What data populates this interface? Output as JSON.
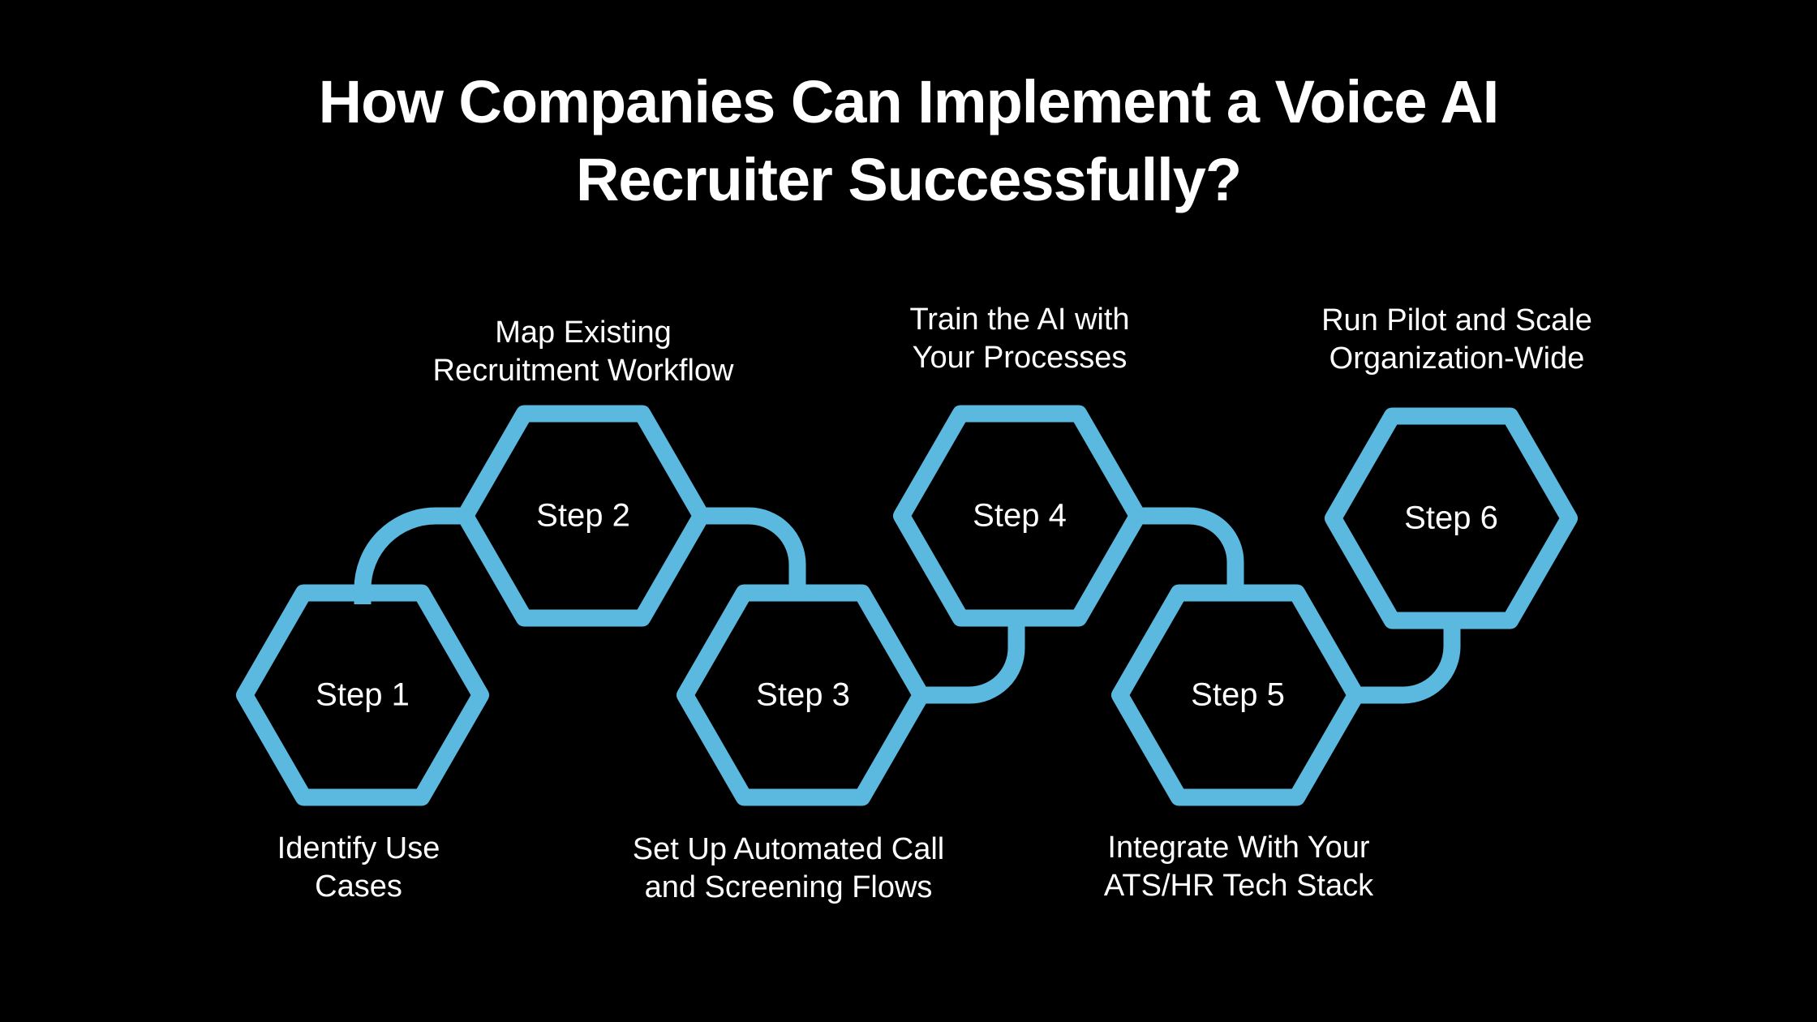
{
  "title": "How Companies Can Implement a Voice AI\nRecruiter Successfully?",
  "colors": {
    "background": "#000000",
    "accent": "#5BB8DE",
    "text": "#FFFFFF"
  },
  "steps": [
    {
      "label": "Step 1",
      "description": "Identify Use\nCases",
      "description_position": "below"
    },
    {
      "label": "Step 2",
      "description": "Map Existing\nRecruitment Workflow",
      "description_position": "above"
    },
    {
      "label": "Step 3",
      "description": "Set Up Automated Call\nand Screening Flows",
      "description_position": "below"
    },
    {
      "label": "Step 4",
      "description": "Train the AI with\nYour Processes",
      "description_position": "above"
    },
    {
      "label": "Step 5",
      "description": "Integrate With Your\nATS/HR Tech Stack",
      "description_position": "below"
    },
    {
      "label": "Step 6",
      "description": "Run Pilot and Scale\nOrganization-Wide",
      "description_position": "above"
    }
  ]
}
